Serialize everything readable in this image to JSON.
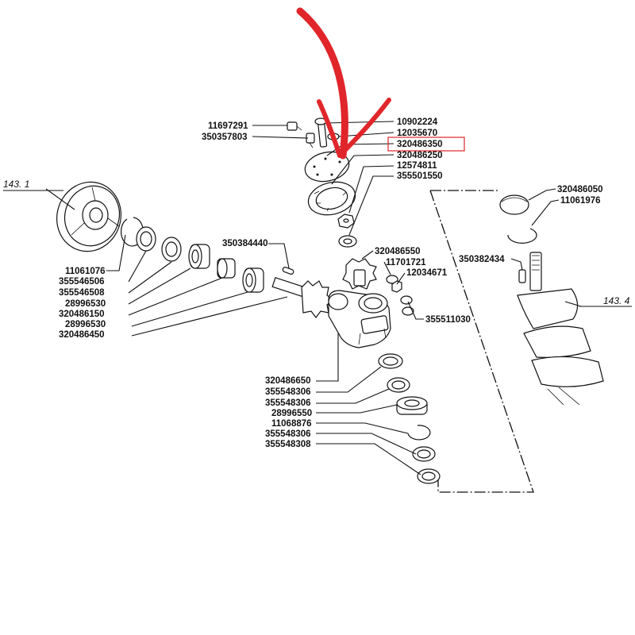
{
  "colors": {
    "arrow": "#e0262b",
    "highlight": "#e0262b",
    "ink": "#111111"
  },
  "sections": [
    "143. 1",
    "143. 4"
  ],
  "labels": [
    "11697291",
    "350357803",
    "10902224",
    "12035670",
    "320486350",
    "320486250",
    "12574811",
    "355501550",
    "350384440",
    "320486550",
    "11701721",
    "12034671",
    "355511030",
    "11061076",
    "355546506",
    "355546508",
    "28996530",
    "320486150",
    "28996530",
    "320486450",
    "320486650",
    "355548306",
    "355548306",
    "28996550",
    "11068876",
    "355548306",
    "355548308",
    "320486050",
    "11061976",
    "350382434"
  ],
  "highlighted_label": "320486350"
}
